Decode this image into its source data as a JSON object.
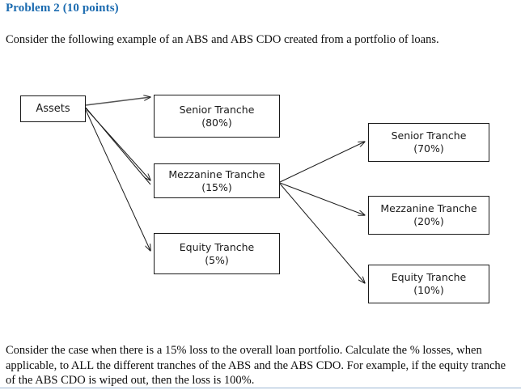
{
  "heading": {
    "title": "Problem 2 (10 points)",
    "color": "#1b6bb0"
  },
  "intro": {
    "text": "Consider the following example of an ABS and ABS CDO created from a portfolio of loans."
  },
  "closing": {
    "text": "Consider the case when there is a 15% loss to the overall loan portfolio. Calculate the % losses, when applicable, to ALL the different tranches of the ABS and the ABS CDO. For example, if the equity tranche of the ABS CDO is wiped out, then the loss is 100%."
  },
  "diagram": {
    "source": {
      "label": "Assets",
      "pct": ""
    },
    "abs_tranches": [
      {
        "label": "Senior Tranche",
        "pct": "(80%)"
      },
      {
        "label": "Mezzanine Tranche",
        "pct": "(15%)"
      },
      {
        "label": "Equity Tranche",
        "pct": "(5%)"
      }
    ],
    "cdo_tranches": [
      {
        "label": "Senior Tranche",
        "pct": "(70%)"
      },
      {
        "label": "Mezzanine Tranche",
        "pct": "(20%)"
      },
      {
        "label": "Equity Tranche",
        "pct": "(10%)"
      }
    ],
    "line_color": "#1a1a1a"
  }
}
